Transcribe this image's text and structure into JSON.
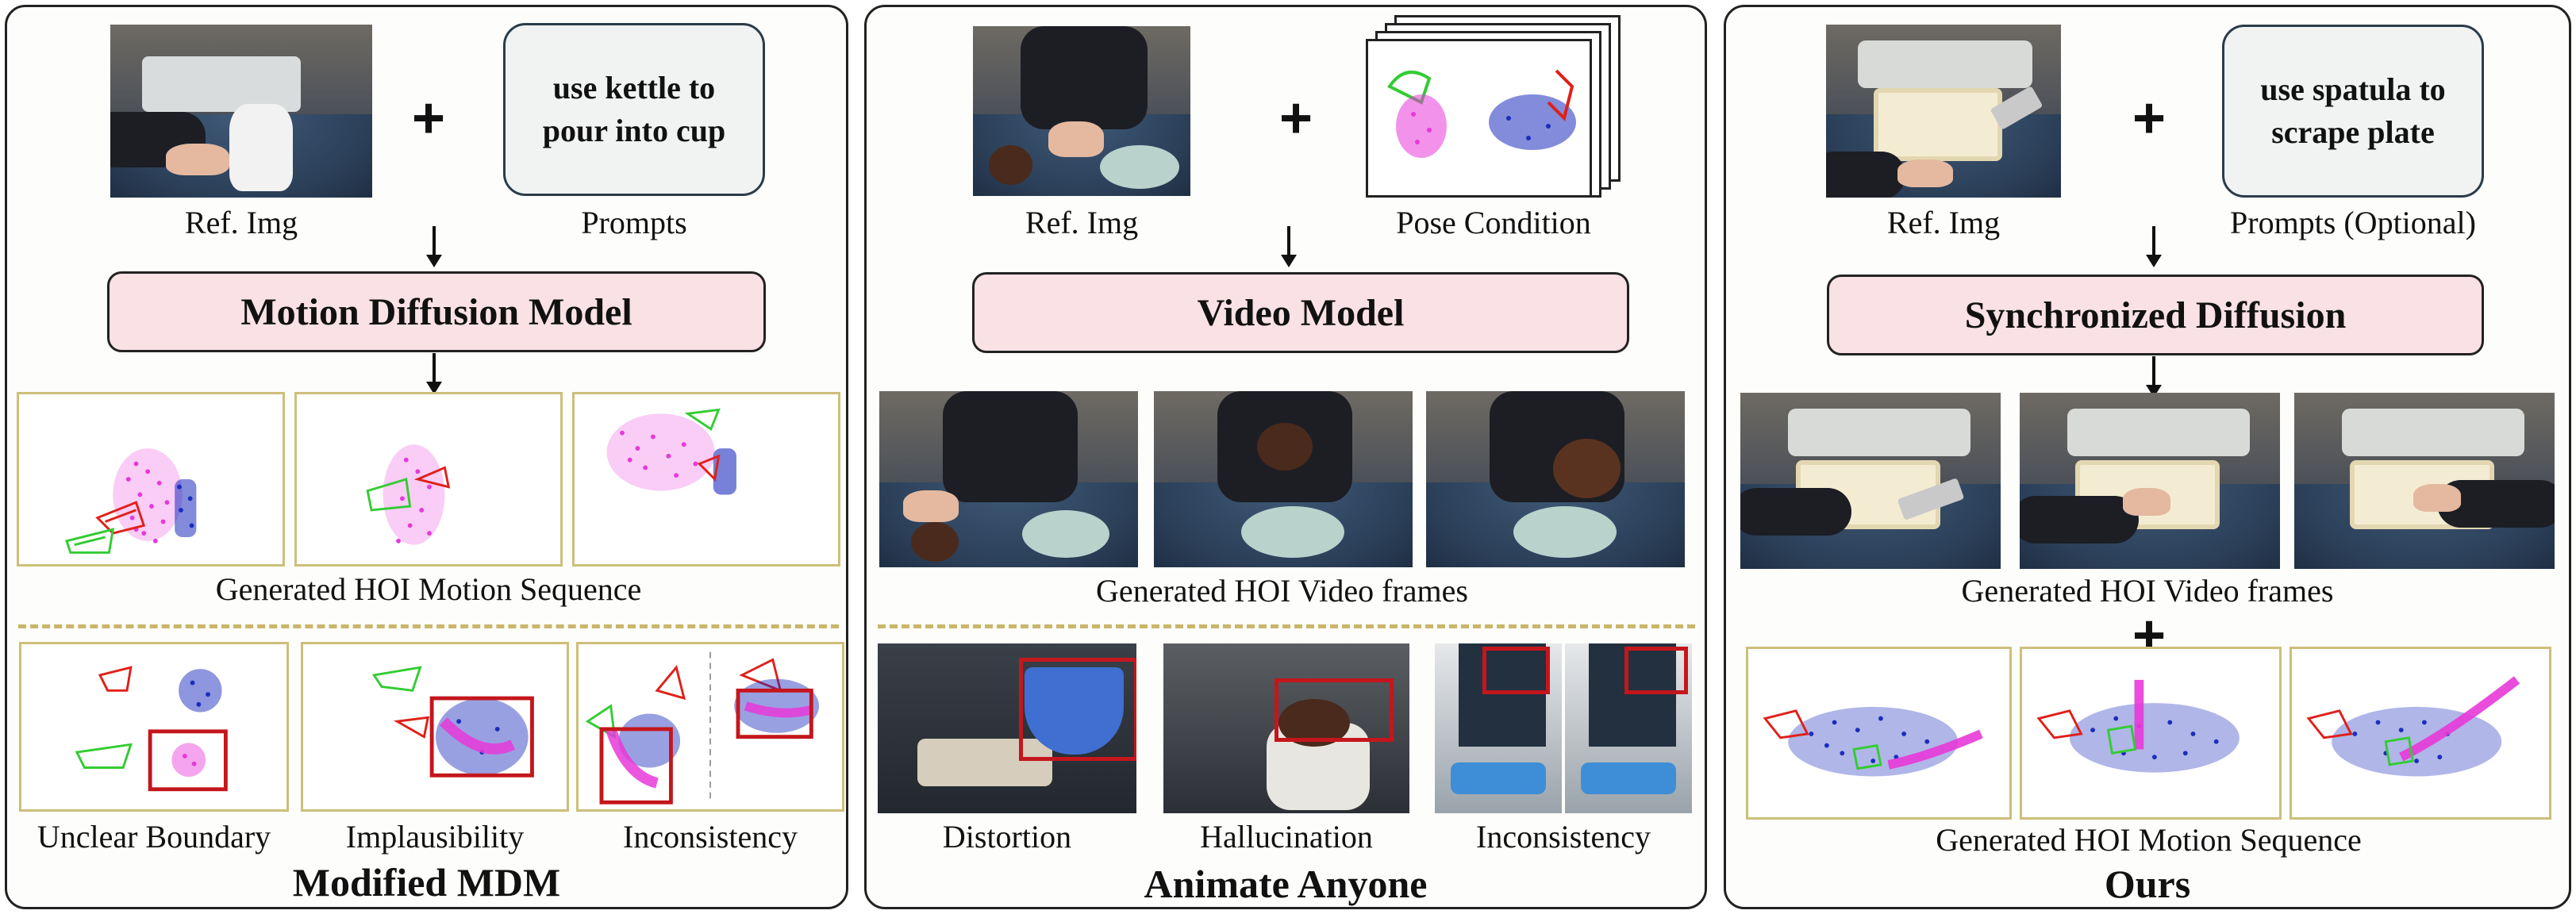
{
  "colors": {
    "hand_right": "#e0201a",
    "hand_left": "#33cc33",
    "object_points": "#e838d8",
    "human_points": "#1c2dbd",
    "highlight_box": "#c4161c",
    "panel_label_fill": "#f9e1e5",
    "frame_border": "#cdbf7a"
  },
  "icons": {
    "plus": "+",
    "arrow": "down-arrow"
  },
  "panels": {
    "mdm": {
      "ref_label": "Ref. Img",
      "prompt_text": "use kettle to\npour into cup",
      "prompt_label": "Prompts",
      "model": "Motion Diffusion Model",
      "sequence_label": "Generated HOI Motion Sequence",
      "issues": [
        "Unclear Boundary",
        "Implausibility",
        "Inconsistency"
      ],
      "title": "Modified MDM"
    },
    "animate": {
      "ref_label": "Ref. Img",
      "pose_label": "Pose Condition",
      "model": "Video Model",
      "frames_label": "Generated HOI Video frames",
      "issues": [
        "Distortion",
        "Hallucination",
        "Inconsistency"
      ],
      "title": "Animate Anyone"
    },
    "ours": {
      "ref_label": "Ref. Img",
      "prompt_text": "use spatula to\nscrape  plate",
      "prompt_label": "Prompts (Optional)",
      "model": "Synchronized Diffusion",
      "frames_label": "Generated HOI Video frames",
      "sequence_label": "Generated HOI Motion Sequence",
      "title": "Ours"
    }
  }
}
